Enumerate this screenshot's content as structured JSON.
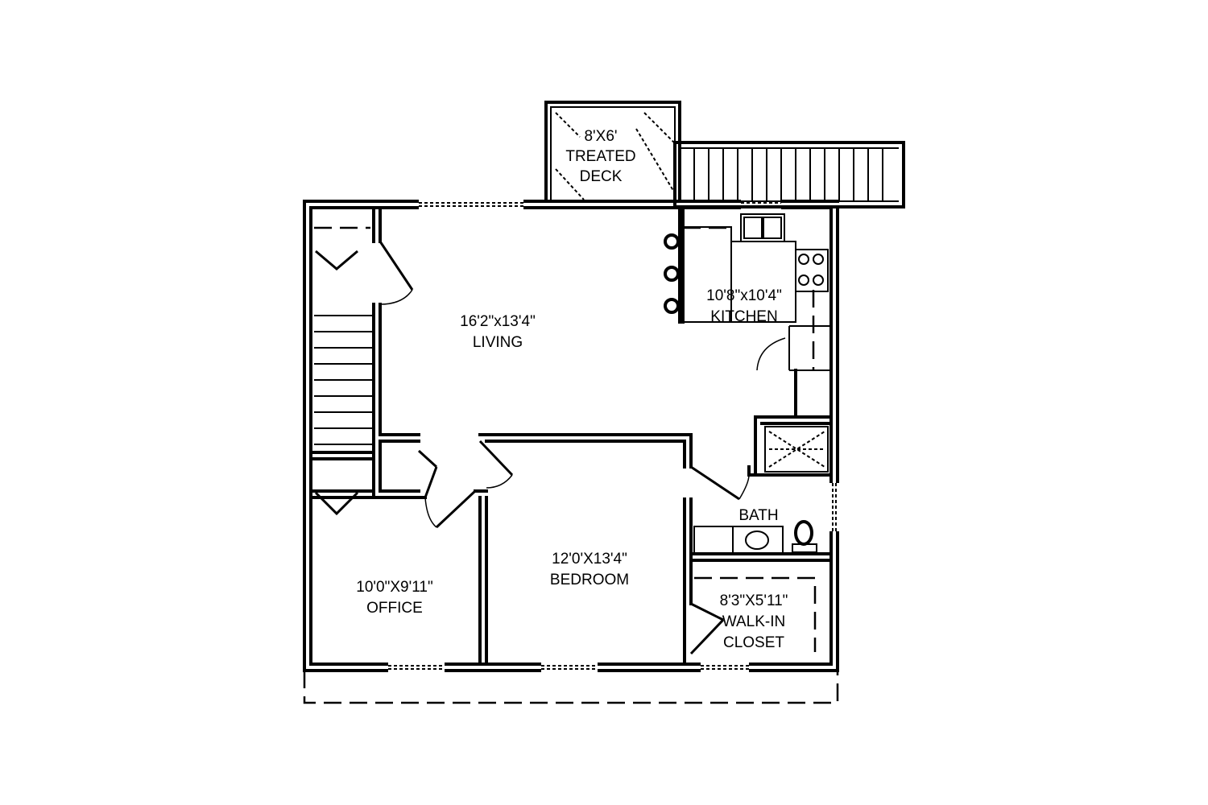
{
  "rooms": {
    "deck": {
      "line1": "8'X6'",
      "line2": "TREATED",
      "line3": "DECK"
    },
    "living": {
      "line1": "16'2\"x13'4\"",
      "line2": "LIVING"
    },
    "kitchen": {
      "line1": "10'8\"x10'4\"",
      "line2": "KITCHEN"
    },
    "bath": {
      "line1": "BATH"
    },
    "office": {
      "line1": "10'0\"X9'11\"",
      "line2": "OFFICE"
    },
    "bedroom": {
      "line1": "12'0'X13'4\"",
      "line2": "BEDROOM"
    },
    "closet": {
      "line1": "8'3\"X5'11\"",
      "line2": "WALK-IN",
      "line3": "CLOSET"
    }
  }
}
